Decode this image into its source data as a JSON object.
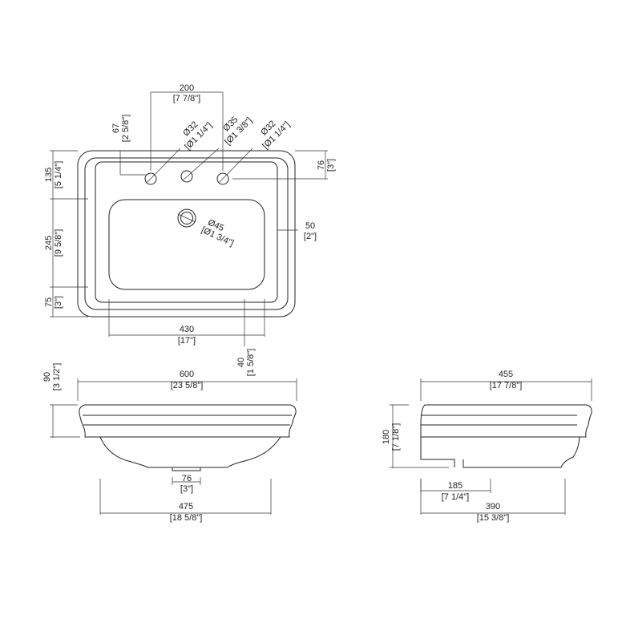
{
  "title": "Basin technical drawing",
  "top_view": {
    "tap_spacing": {
      "mm": "200",
      "in": "[7 7/8\"]"
    },
    "tap_offset": {
      "mm": "67",
      "in": "[2 5/8\"]"
    },
    "hole_left": {
      "mm": "Ø32",
      "in": "[Ø1 1/4\"]"
    },
    "hole_center": {
      "mm": "Ø35",
      "in": "[Ø1 3/8\"]"
    },
    "hole_right": {
      "mm": "Ø32",
      "in": "[Ø1 1/4\"]"
    },
    "hole_depth": {
      "mm": "76",
      "in": "[3\"]"
    },
    "drain": {
      "mm": "Ø45",
      "in": "[Ø1 3/4\"]"
    },
    "rim_side": {
      "mm": "50",
      "in": "[2\"]"
    },
    "rear_deck": {
      "mm": "135",
      "in": "[5 1/4\"]"
    },
    "bowl_depth": {
      "mm": "245",
      "in": "[9 5/8\"]"
    },
    "front_rim": {
      "mm": "75",
      "in": "[3\"]"
    },
    "bowl_width": {
      "mm": "430",
      "in": "[17\"]"
    },
    "front_lip": {
      "mm": "40",
      "in": "[1 5/8\"]"
    }
  },
  "front_view": {
    "width": {
      "mm": "600",
      "in": "[23 5/8\"]"
    },
    "rim_height": {
      "mm": "90",
      "in": "[3 1/2\"]"
    },
    "waste": {
      "mm": "76",
      "in": "[3\"]"
    },
    "bowl_width": {
      "mm": "475",
      "in": "[18 5/8\"]"
    }
  },
  "side_view": {
    "depth": {
      "mm": "455",
      "in": "[17 7/8\"]"
    },
    "height": {
      "mm": "180",
      "in": "[7 1/8\"]"
    },
    "waste_offset": {
      "mm": "185",
      "in": "[7 1/4\"]"
    },
    "bowl_depth": {
      "mm": "390",
      "in": "[15 3/8\"]"
    }
  }
}
